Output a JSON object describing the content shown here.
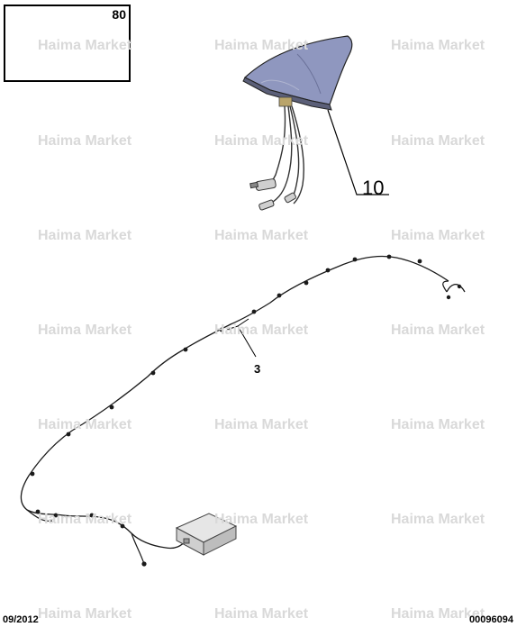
{
  "inset": {
    "part_number": "80"
  },
  "callouts": {
    "antenna": "10",
    "harness": "3"
  },
  "footer": {
    "date": "09/2012",
    "reference": "00096094"
  },
  "watermark": {
    "text": "Haima Market"
  },
  "colors": {
    "antenna_body": "#8f97bf",
    "line": "#1a1a1a",
    "watermark": "#d9d9d9"
  }
}
